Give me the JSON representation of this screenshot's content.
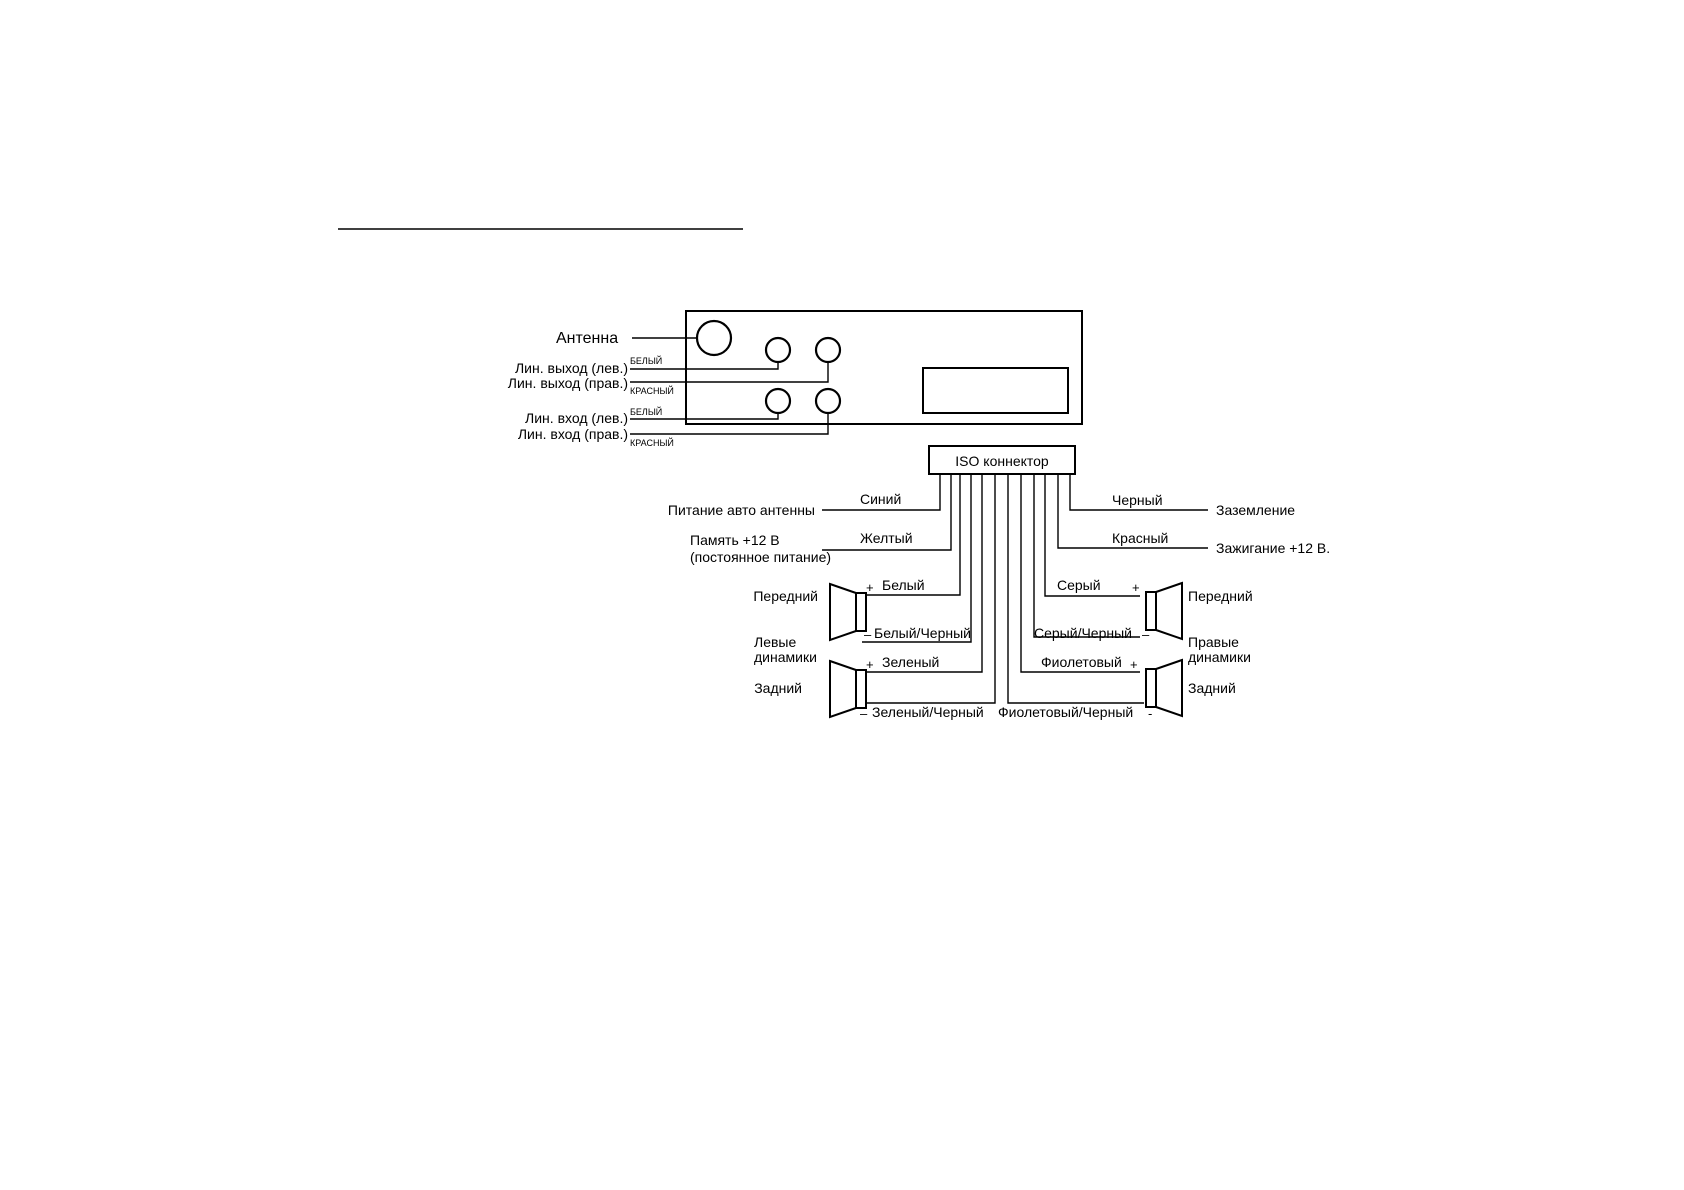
{
  "unit": {
    "antenna_label": "Антенна",
    "line_out_left": "Лин. выход (лев.)",
    "line_out_right": "Лин. выход (прав.)",
    "line_in_left": "Лин. вход (лев.)",
    "line_in_right": "Лин. вход (прав.)",
    "color_white": "БЕЛЫЙ",
    "color_red": "КРАСНЫЙ"
  },
  "iso": {
    "label": "ISO коннектор"
  },
  "left_wires": {
    "antenna_power_label": "Питание авто антенны",
    "antenna_power_color": "Синий",
    "memory_label_1": "Память +12 В",
    "memory_label_2": "(постоянное питание)",
    "memory_color": "Желтый"
  },
  "right_wires": {
    "ground_color": "Черный",
    "ground_label": "Заземление",
    "ignition_color": "Красный",
    "ignition_label": "Зажигание +12 В."
  },
  "left_speakers": {
    "front": "Передний",
    "rear": "Задний",
    "group_1": "Левые",
    "group_2": "динамики",
    "front_plus": "Белый",
    "front_minus": "Белый/Черный",
    "rear_plus": "Зеленый",
    "rear_minus": "Зеленый/Черный"
  },
  "right_speakers": {
    "front": "Передний",
    "rear": "Задний",
    "group_1": "Правые",
    "group_2": "динамики",
    "front_plus": "Серый",
    "front_minus": "Серый/Черный",
    "rear_plus": "Фиолетовый",
    "rear_minus": "Фиолетовый/Черный"
  },
  "symbols": {
    "plus": "+",
    "minus": "–",
    "minus_short": "-"
  }
}
